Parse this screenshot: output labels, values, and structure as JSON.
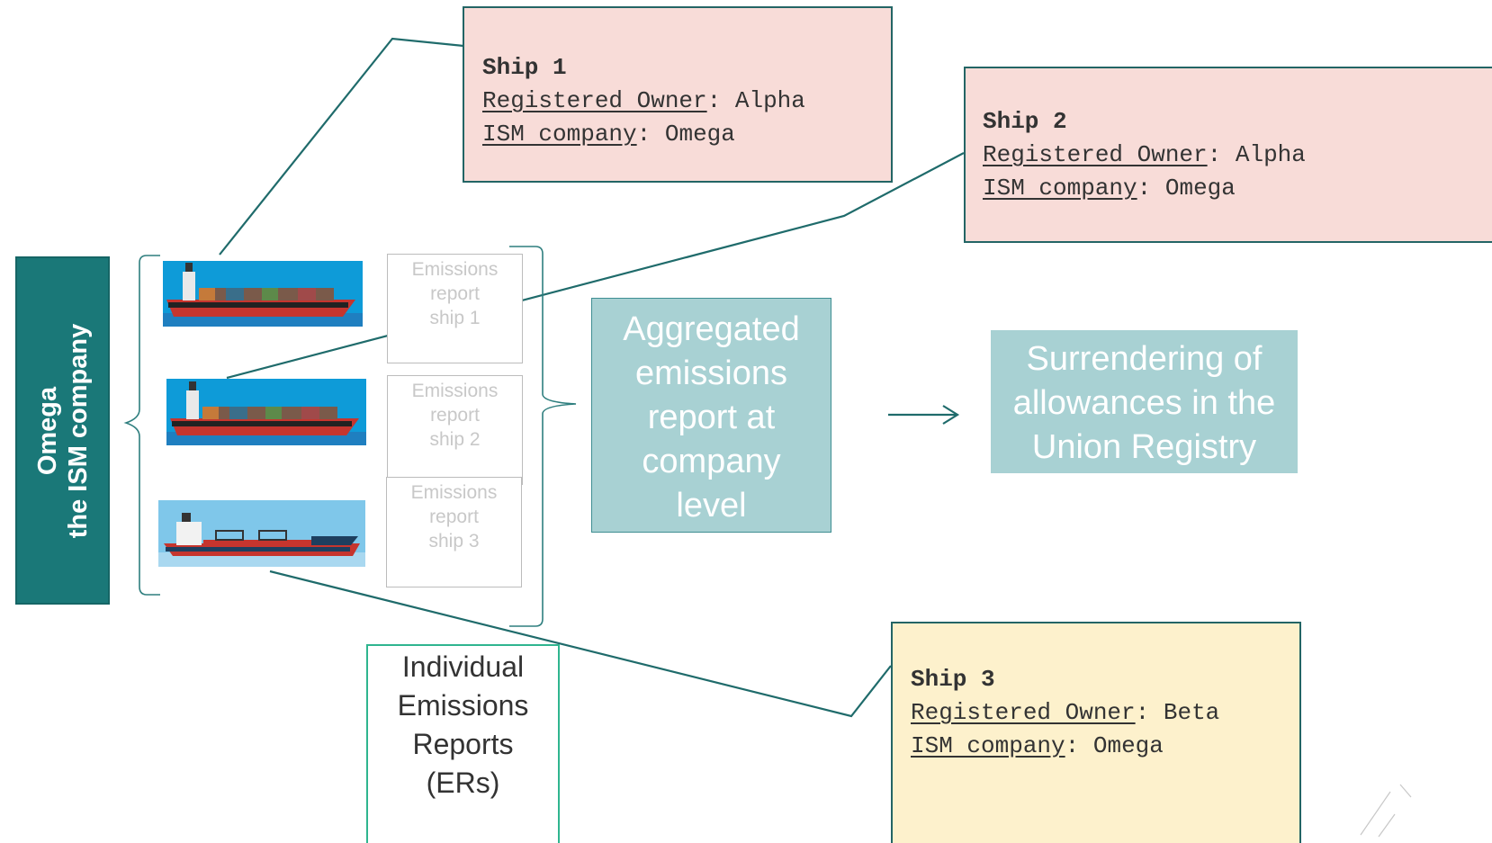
{
  "omega": {
    "line1": "Omega",
    "line2": "the ISM company"
  },
  "ships": [
    {
      "title": "Ship 1",
      "owner_label": "Registered Owner",
      "owner": "Alpha",
      "ism_label": "ISM company",
      "ism": "Omega"
    },
    {
      "title": "Ship 2",
      "owner_label": "Registered Owner",
      "owner": "Alpha",
      "ism_label": "ISM company",
      "ism": "Omega"
    },
    {
      "title": "Ship 3",
      "owner_label": "Registered Owner",
      "owner": "Beta",
      "ism_label": "ISM company",
      "ism": "Omega"
    }
  ],
  "separator": ": ",
  "emission_reports": [
    {
      "line1": "Emissions",
      "line2": "report",
      "line3": "ship 1"
    },
    {
      "line1": "Emissions",
      "line2": "report",
      "line3": "ship 2"
    },
    {
      "line1": "Emissions",
      "line2": "report",
      "line3": "ship 3"
    }
  ],
  "aggregated": {
    "lines": [
      "Aggregated",
      "emissions",
      "report at",
      "company",
      "level"
    ]
  },
  "surrender": {
    "lines": [
      "Surrendering of",
      "allowances in the",
      "Union Registry"
    ]
  },
  "individual": {
    "lines": [
      "Individual",
      "Emissions",
      "Reports",
      "(ERs)"
    ]
  },
  "colors": {
    "teal": "#1a7878",
    "light_teal": "#a8d1d3",
    "pink": "#f8dcd8",
    "yellow": "#fdf1cc",
    "green_border": "#2fb58f"
  }
}
